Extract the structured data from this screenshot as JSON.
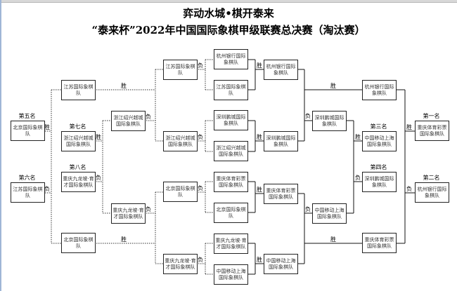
{
  "title": {
    "line1": "弈动水城•棋开泰来",
    "line2": "“泰来杯”2022年中国国际象棋甲级联赛总决赛（淘汰赛）"
  },
  "results": {
    "win": "胜",
    "loss": "负"
  },
  "boxes": [
    {
      "team": "北京国际象棋队",
      "rank": "第五名"
    },
    {
      "team": "江苏国际象棋队",
      "rank": "第六名"
    },
    {
      "team": "江苏国际象棋队"
    },
    {
      "team": "浙江绍兴越城国际象棋队",
      "rank": "第七名"
    },
    {
      "team": "重庆九龙坡·育才国际象棋队",
      "rank": "第八名"
    },
    {
      "team": "北京国际象棋队"
    },
    {
      "team": "浙江绍兴越城国际象棋队"
    },
    {
      "team": "重庆九龙坡·育才国际象棋队"
    },
    {
      "team": "江苏国际象棋队"
    },
    {
      "team": "浙江绍兴越城国际象棋队"
    },
    {
      "team": "北京国际象棋队"
    },
    {
      "team": "重庆九龙坡·育才国际象棋队"
    },
    {
      "team": "杭州银行国际象棋队"
    },
    {
      "team": "江苏国际象棋队"
    },
    {
      "team": "深圳鹏城国际象棋队"
    },
    {
      "team": "浙江绍兴越城国际象棋队"
    },
    {
      "team": "重庆体育彩票国际象棋队"
    },
    {
      "team": "北京国际象棋队"
    },
    {
      "team": "重庆九龙坡·育才国际象棋队"
    },
    {
      "team": "中国移动上海国际象棋队"
    },
    {
      "team": "杭州银行国际象棋队"
    },
    {
      "team": "深圳鹏城国际象棋队"
    },
    {
      "team": "重庆体育彩票国际象棋队"
    },
    {
      "team": "中国移动上海国际象棋队"
    },
    {
      "team": "深圳鹏城国际象棋队"
    },
    {
      "team": "中国移动上海国际象棋队"
    },
    {
      "team": "杭州银行国际象棋队"
    },
    {
      "team": "中国移动上海国际象棋队",
      "rank": "第三名"
    },
    {
      "team": "深圳鹏城国际象棋队",
      "rank": "第四名"
    },
    {
      "team": "重庆体育彩票国际象棋队"
    },
    {
      "team": "重庆体育彩票国际象棋队",
      "rank": "第一名"
    },
    {
      "team": "杭州银行国际象棋队",
      "rank": "第二名"
    }
  ]
}
